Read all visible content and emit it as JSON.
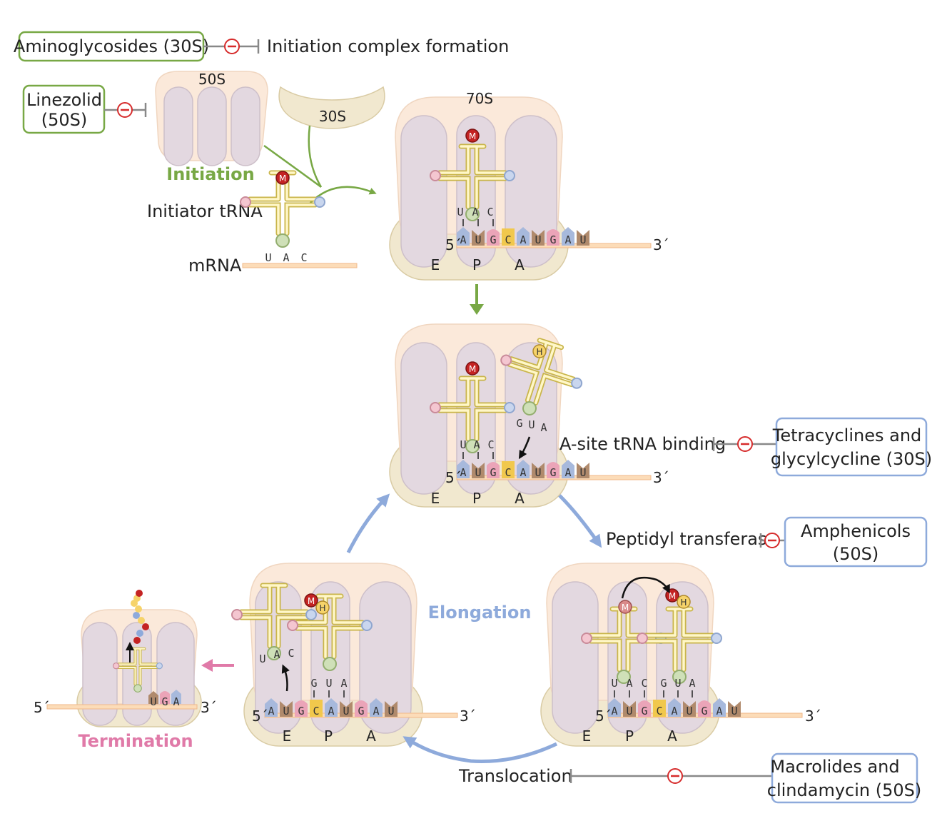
{
  "drugs": {
    "aminoglycosides": "Aminoglycosides (30S)",
    "linezolid_line1": "Linezolid",
    "linezolid_line2": "(50S)",
    "tetracyclines_line1": "Tetracyclines and",
    "tetracyclines_line2": "glycylcycline (30S)",
    "amphenicols_line1": "Amphenicols",
    "amphenicols_line2": "(50S)",
    "macrolides_line1": "Macrolides and",
    "macrolides_line2": "clindamycin (50S)"
  },
  "processes": {
    "initiation_complex": "Initiation complex formation",
    "a_site_binding": "A-site tRNA binding",
    "peptidyl_transferase": "Peptidyl transferase",
    "translocation": "Translocation"
  },
  "stages": {
    "initiation": "Initiation",
    "elongation": "Elongation",
    "termination": "Termination"
  },
  "labels": {
    "subunit_50s": "50S",
    "subunit_30s": "30S",
    "ribosome_70s": "70S",
    "initiator_trna": "Initiator tRNA",
    "mrna": "mRNA",
    "five_prime": "5´",
    "three_prime": "3´",
    "site_e": "E",
    "site_p": "P",
    "site_a": "A",
    "amino_m": "M",
    "amino_h": "H",
    "inhibit_symbol": "−"
  },
  "colors": {
    "initiation": "#78a845",
    "elongation": "#8eaadb",
    "termination": "#e07aa8",
    "inhibitor": "#d62b2b",
    "ribosome_large": "#fbe9da",
    "ribosome_small": "#f1e8cf",
    "lobe": "#e3d8e0",
    "base_A": "#a7b9dc",
    "base_U": "#b08a6c",
    "base_G": "#eba4b8",
    "base_C": "#f1c84c"
  }
}
